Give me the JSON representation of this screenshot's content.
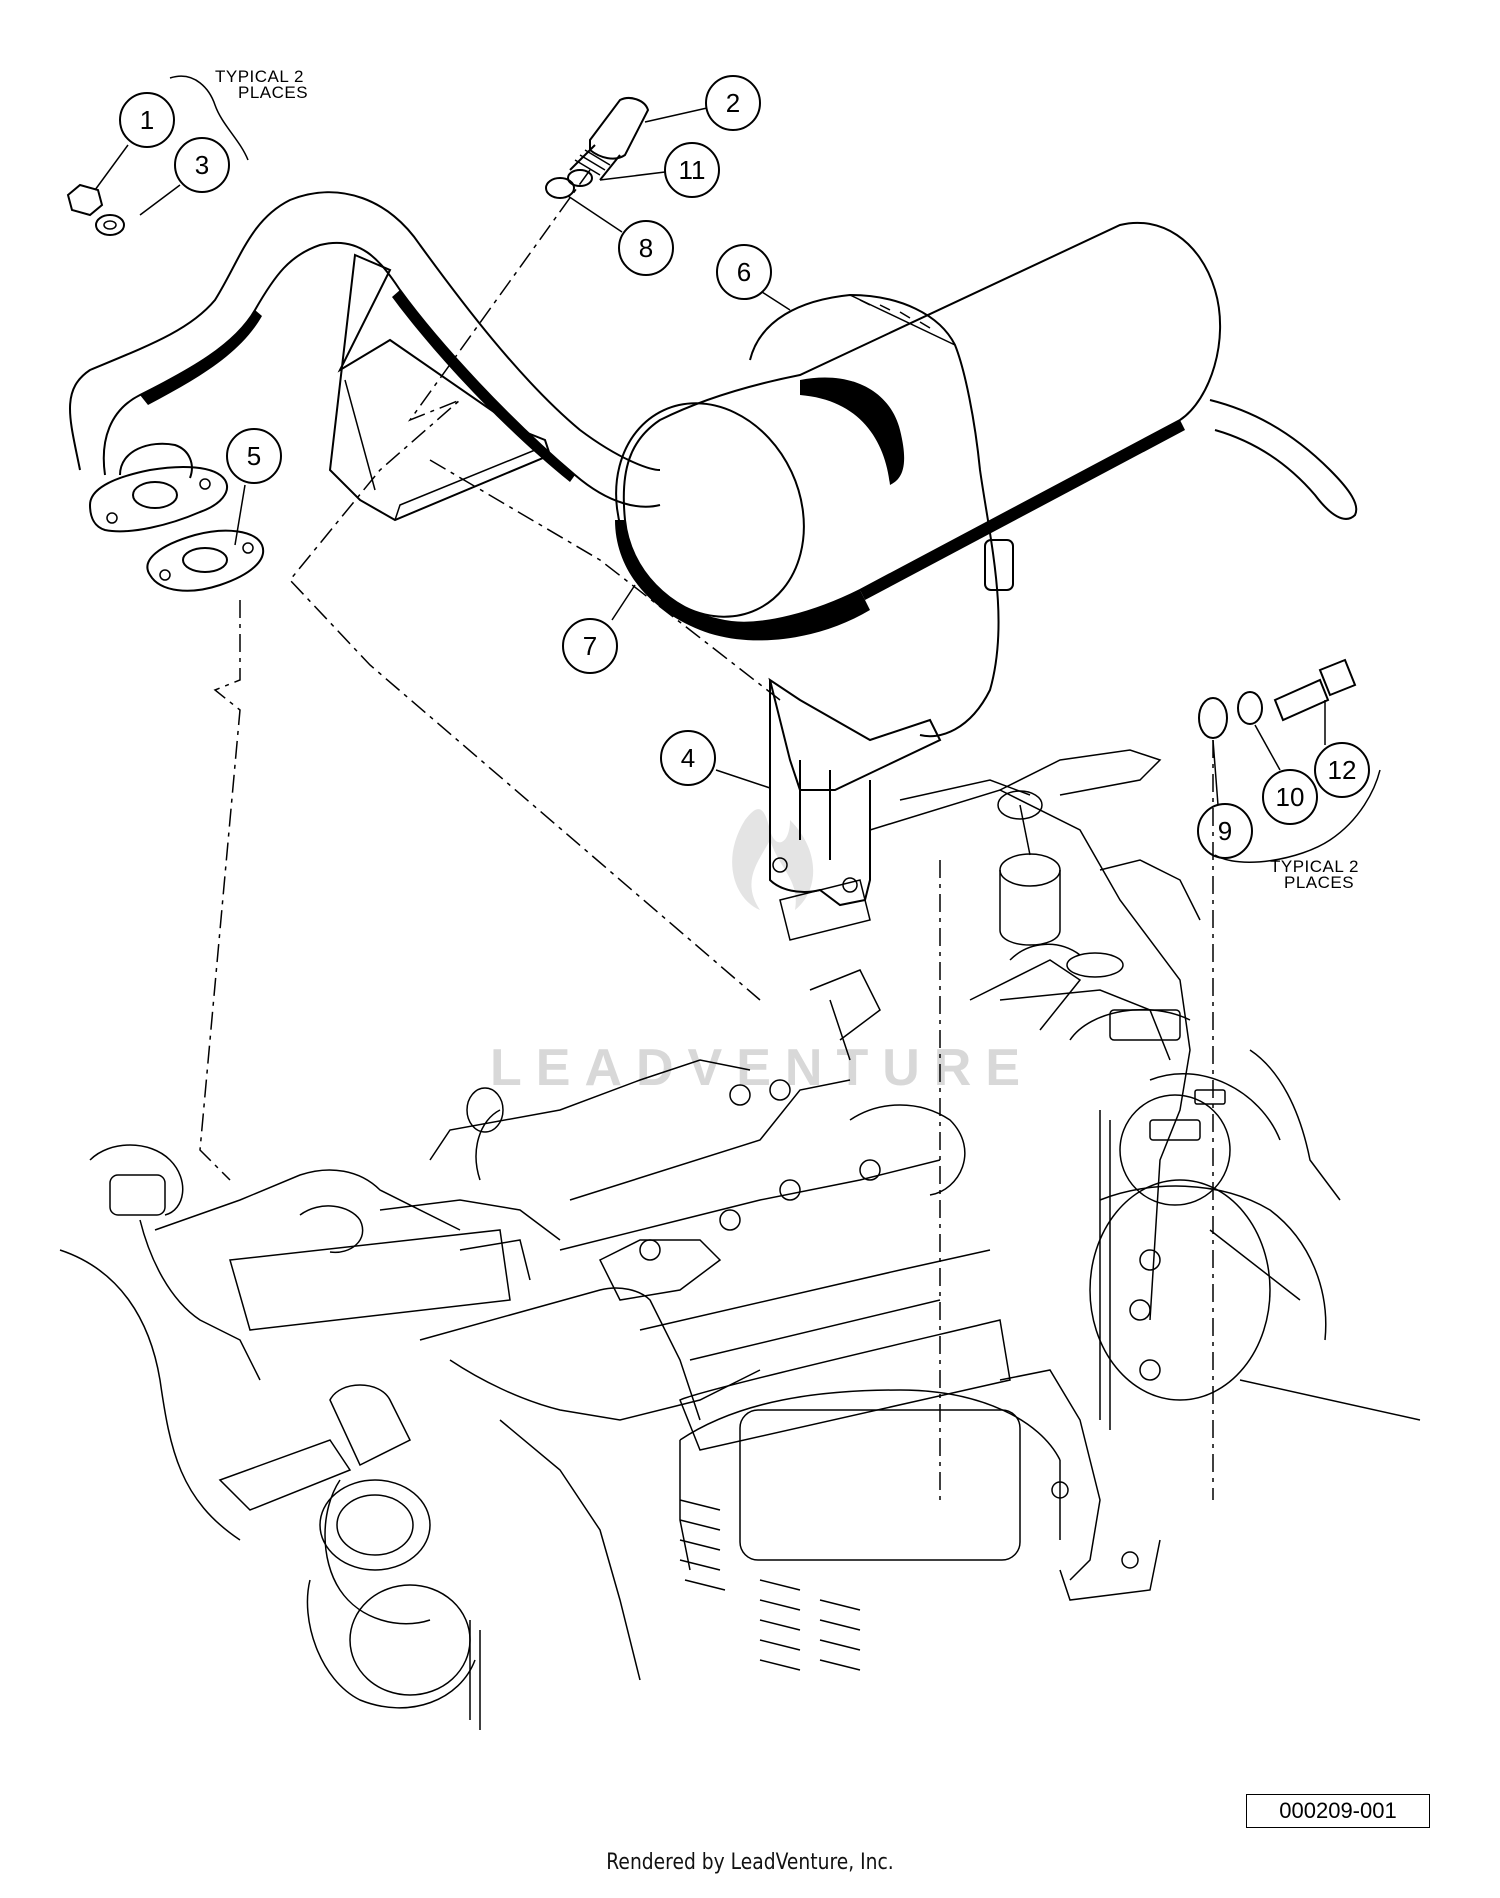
{
  "diagram": {
    "callouts": [
      {
        "id": "c1",
        "label": "1"
      },
      {
        "id": "c2",
        "label": "2"
      },
      {
        "id": "c3",
        "label": "3"
      },
      {
        "id": "c4",
        "label": "4"
      },
      {
        "id": "c5",
        "label": "5"
      },
      {
        "id": "c6",
        "label": "6"
      },
      {
        "id": "c7",
        "label": "7"
      },
      {
        "id": "c8",
        "label": "8"
      },
      {
        "id": "c9",
        "label": "9"
      },
      {
        "id": "c10",
        "label": "10"
      },
      {
        "id": "c11",
        "label": "11"
      },
      {
        "id": "c12",
        "label": "12"
      }
    ],
    "notes": {
      "top_left_line1": "TYPICAL 2",
      "top_left_line2": "PLACES",
      "right_line1": "TYPICAL 2",
      "right_line2": "PLACES"
    },
    "watermark": "LEADVENTURE",
    "figure_id": "000209-001",
    "rendered_by": "Rendered by LeadVenture, Inc."
  }
}
